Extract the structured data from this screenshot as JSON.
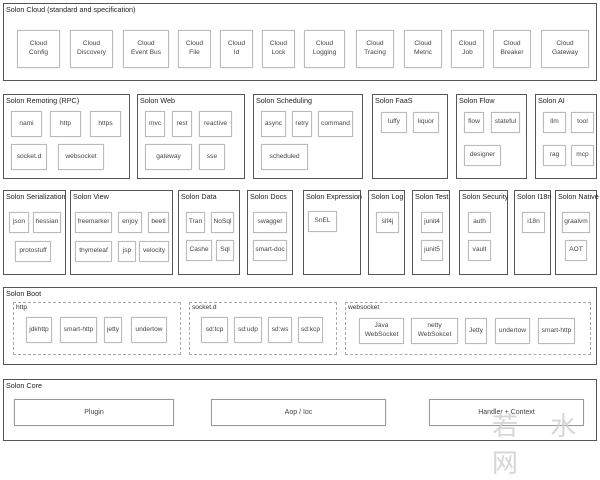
{
  "cloud": {
    "title": "Solon Cloud (standard and specification)",
    "items": [
      "Cloud\nConfig",
      "Cloud\nDiscovery",
      "Cloud\nEvent Bus",
      "Cloud\nFile",
      "Cloud\nId",
      "Cloud\nLock",
      "Cloud\nLogging",
      "Cloud\nTracing",
      "Cloud\nMetric",
      "Cloud\nJob",
      "Cloud\nBreaker",
      "Cloud\nGateway"
    ]
  },
  "remoting": {
    "title": "Solon Remoting (RPC)",
    "items": [
      "nami",
      "http",
      "https",
      "socket.d",
      "websocket"
    ]
  },
  "web": {
    "title": "Solon Web",
    "items": [
      "mvc",
      "rest",
      "reactive",
      "gateway",
      "sse"
    ]
  },
  "scheduling": {
    "title": "Solon Scheduling",
    "items": [
      "async",
      "retry",
      "command",
      "scheduled"
    ]
  },
  "faas": {
    "title": "Solon FaaS",
    "items": [
      "luffy",
      "liquor"
    ]
  },
  "flow": {
    "title": "Solon Flow",
    "items": [
      "flow",
      "stateful",
      "designer"
    ]
  },
  "ai": {
    "title": "Solon AI",
    "items": [
      "llm",
      "tool",
      "rag",
      "mcp"
    ]
  },
  "serialization": {
    "title": "Solon Serialization",
    "items": [
      "json",
      "hessian",
      "protostuff"
    ]
  },
  "view": {
    "title": "Solon View",
    "items": [
      "freemarker",
      "enjoy",
      "beetl",
      "thymeleaf",
      "jsp",
      "velocity"
    ]
  },
  "data": {
    "title": "Solon Data",
    "items": [
      "Tran",
      "NoSql",
      "Cashe",
      "Sql"
    ]
  },
  "docs": {
    "title": "Solon Docs",
    "items": [
      "swagger",
      "smart-doc"
    ]
  },
  "expression": {
    "title": "Solon Expression",
    "items": [
      "SnEL"
    ]
  },
  "log": {
    "title": "Solon Log",
    "items": [
      "slf4j"
    ]
  },
  "test": {
    "title": "Solon Test",
    "items": [
      "junit4",
      "junit5"
    ]
  },
  "security": {
    "title": "Solon Security",
    "items": [
      "auth",
      "vault"
    ]
  },
  "i18n": {
    "title": "Solon I18n",
    "items": [
      "i18n"
    ]
  },
  "native": {
    "title": "Solon Native",
    "items": [
      "graalvm",
      "AOT"
    ]
  },
  "boot": {
    "title": "Solon Boot",
    "http": {
      "title": "http",
      "items": [
        "jdkhttp",
        "smart-http",
        "jetty",
        "undertow"
      ]
    },
    "socketd": {
      "title": "socket.d",
      "items": [
        "sd:tcp",
        "sd:udp",
        "sd:ws",
        "sd:kcp"
      ]
    },
    "websocket": {
      "title": "websocket",
      "items": [
        "Java\nWebSocket",
        "netty\nWebSokcet",
        "Jetty",
        "undertow",
        "smart-http"
      ]
    }
  },
  "core": {
    "title": "Solon Core",
    "items": [
      "Plugin",
      "Aop / Ioc",
      "Handler + Context"
    ]
  },
  "watermark": "若 水 网"
}
